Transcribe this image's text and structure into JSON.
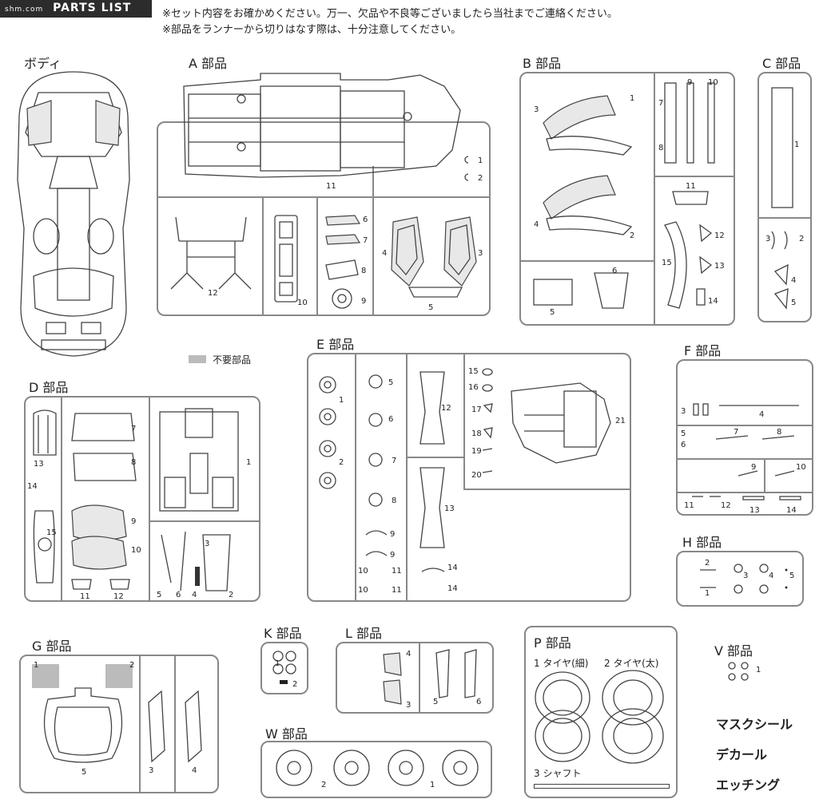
{
  "header": {
    "title": "PARTS LIST",
    "watermark": "shm.com"
  },
  "notes": [
    "※セット内容をお確かめください。万一、欠品や不良等ございましたら当社までご連絡ください。",
    "※部品をランナーから切りはなす際は、十分注意してください。"
  ],
  "sections": {
    "body": "ボディ",
    "a": "A 部品",
    "b": "B 部品",
    "c": "C 部品",
    "d": "D 部品",
    "e": "E 部品",
    "f": "F 部品",
    "g": "G 部品",
    "h": "H 部品",
    "k": "K 部品",
    "l": "L 部品",
    "p": "P 部品",
    "v": "V 部品",
    "w": "W 部品"
  },
  "legend": {
    "unused": "不要部品"
  },
  "p_labels": {
    "tire_thin": "1 タイヤ(細)",
    "tire_thick": "2 タイヤ(太)",
    "shaft": "3 シャフト"
  },
  "extras": {
    "mask_seal": "マスクシール",
    "decal": "デカール",
    "etching": "エッチング"
  },
  "part_numbers": {
    "a": [
      "1",
      "2",
      "11",
      "6",
      "7",
      "8",
      "9",
      "12",
      "10",
      "4",
      "3",
      "5"
    ],
    "b": [
      "1",
      "3",
      "4",
      "2",
      "7",
      "8",
      "9",
      "10",
      "11",
      "12",
      "13",
      "15",
      "14",
      "5",
      "6"
    ],
    "c": [
      "1",
      "3",
      "2",
      "4",
      "5"
    ],
    "d": [
      "13",
      "7",
      "8",
      "1",
      "14",
      "15",
      "9",
      "10",
      "11",
      "12",
      "5",
      "6",
      "3",
      "4",
      "2"
    ],
    "e": [
      "1",
      "2",
      "5",
      "6",
      "7",
      "8",
      "9",
      "9",
      "10",
      "11",
      "10",
      "11",
      "12",
      "13",
      "14",
      "14",
      "15",
      "16",
      "17",
      "18",
      "19",
      "20",
      "21"
    ],
    "f": [
      "3",
      "4",
      "5",
      "6",
      "7",
      "8",
      "9",
      "10",
      "11",
      "12",
      "13",
      "14"
    ],
    "g": [
      "1",
      "2",
      "5",
      "3",
      "4"
    ],
    "h": [
      "2",
      "1",
      "3",
      "4",
      "5"
    ],
    "k": [
      "1",
      "2"
    ],
    "l": [
      "4",
      "3",
      "5",
      "6"
    ],
    "v": [
      "1"
    ],
    "w": [
      "2",
      "1"
    ]
  }
}
